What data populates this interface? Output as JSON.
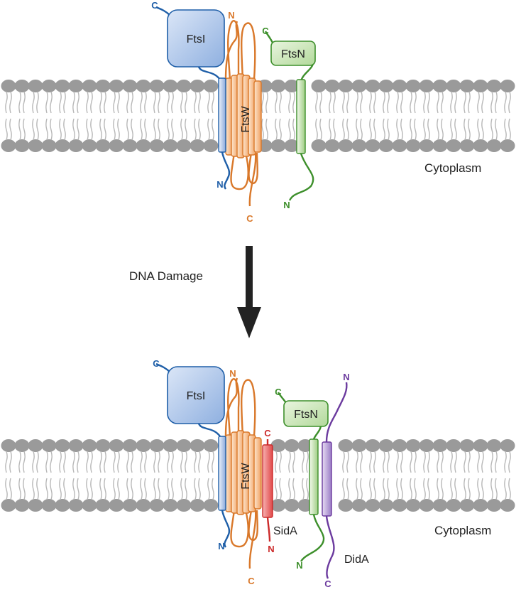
{
  "colors": {
    "ftsI": "#1f5fa8",
    "ftsW": "#d9782a",
    "ftsN": "#3d8f2b",
    "sidA": "#cc2a2a",
    "didA": "#6b3a9e",
    "lipid_head": "#9a9a9a",
    "lipid_tail": "#b8b8b8",
    "arrow": "#222222"
  },
  "top_panel": {
    "ftsI": {
      "label": "FtsI",
      "c_term": "C",
      "n_term": "N"
    },
    "ftsW": {
      "label": "FtsW",
      "n_term": "N",
      "c_term": "C"
    },
    "ftsN": {
      "label": "FtsN",
      "c_term": "C",
      "n_term": "N"
    },
    "compartment": "Cytoplasm"
  },
  "transition": {
    "label": "DNA Damage"
  },
  "bottom_panel": {
    "ftsI": {
      "label": "FtsI",
      "c_term": "C",
      "n_term": "N"
    },
    "ftsW": {
      "label": "FtsW",
      "n_term": "N",
      "c_term": "C"
    },
    "ftsN": {
      "label": "FtsN",
      "c_term": "C",
      "n_term": "N"
    },
    "sidA": {
      "label": "SidA",
      "c_term": "C",
      "n_term": "N"
    },
    "didA": {
      "label": "DidA",
      "n_term": "N",
      "c_term": "C"
    },
    "compartment": "Cytoplasm"
  }
}
